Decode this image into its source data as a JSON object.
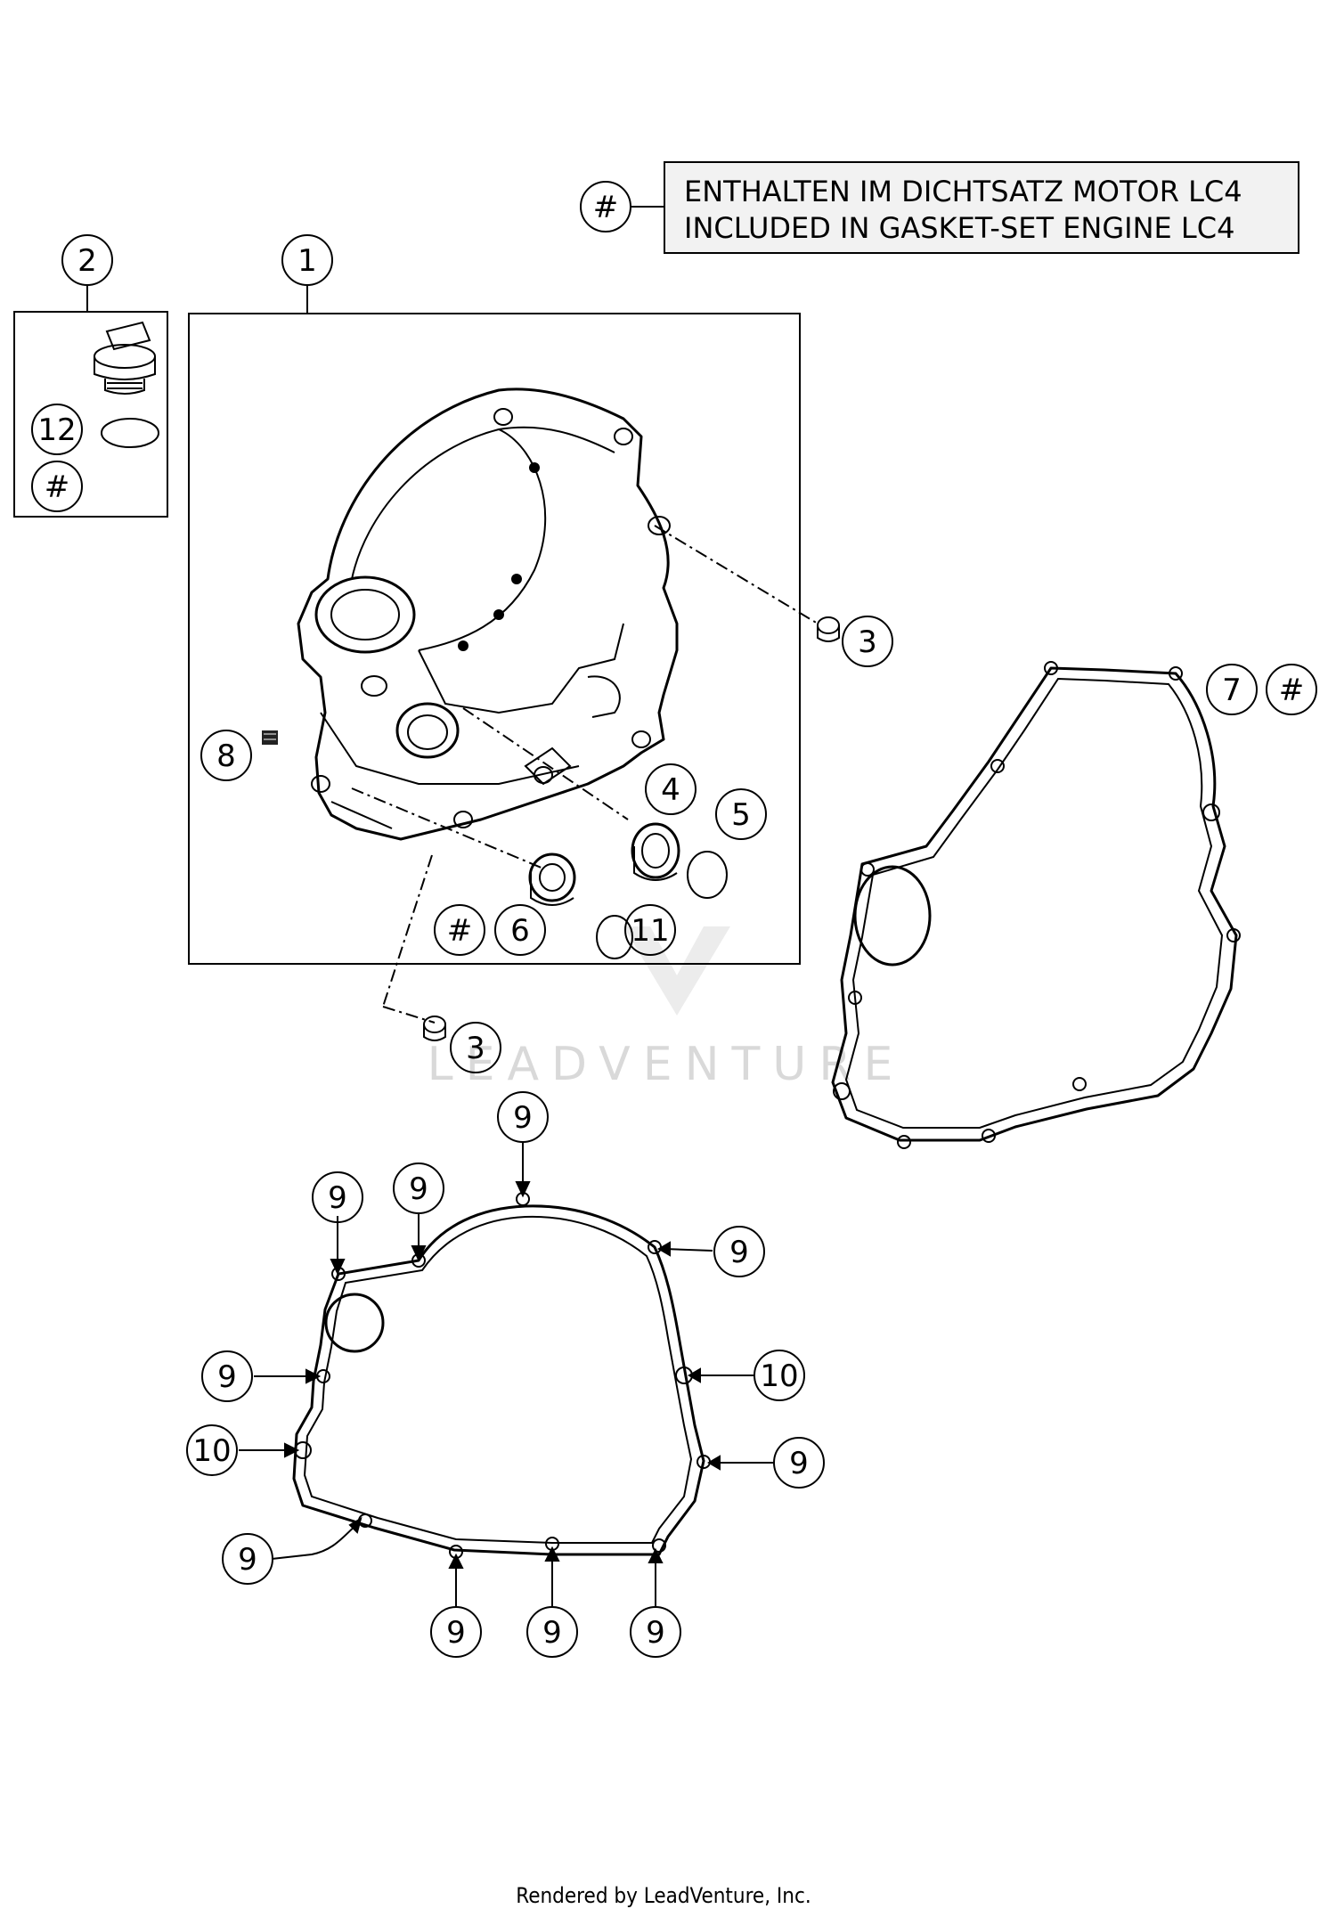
{
  "legend": {
    "marker": "#",
    "line1": "ENTHALTEN IM DICHTSATZ MOTOR LC4",
    "line2": "INCLUDED IN GASKET-SET ENGINE LC4"
  },
  "callouts": {
    "c1": "1",
    "c2": "2",
    "c3a": "3",
    "c3b": "3",
    "c4": "4",
    "c5": "5",
    "c6": "6",
    "c7": "7",
    "c8": "8",
    "c11": "11",
    "c12": "12",
    "hash_a": "#",
    "hash_b": "#",
    "hash_c": "#",
    "g9a": "9",
    "g9b": "9",
    "g9c": "9",
    "g9d": "9",
    "g9e": "9",
    "g9f": "9",
    "g9g": "9",
    "g9h": "9",
    "g9i": "9",
    "g9j": "9",
    "g10a": "10",
    "g10b": "10"
  },
  "watermark": "LEADVENTURE",
  "footer": "Rendered by LeadVenture, Inc."
}
